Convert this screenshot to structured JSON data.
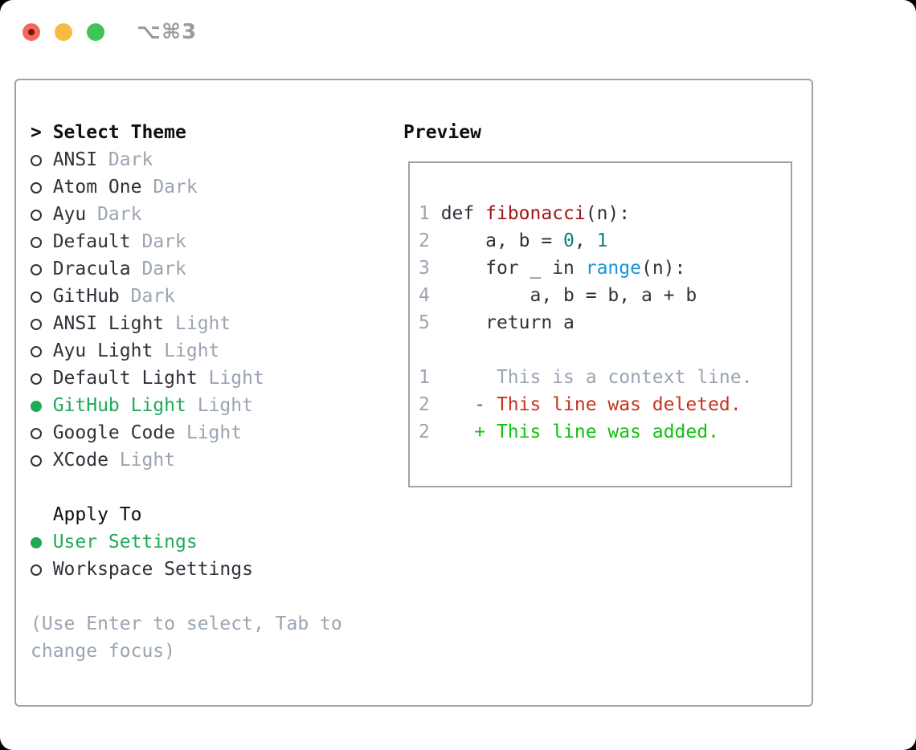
{
  "window": {
    "title_shortcut": "⌥⌘3"
  },
  "colors": {
    "window_bg": "#ffffff",
    "outside_bg": "#000000",
    "border_gray": "#9aa3ae",
    "text_dark": "#2e323a",
    "text_black": "#0e0f11",
    "muted_gray": "#9aa4b1",
    "accent_green": "#1fab55",
    "syntax_func_red": "#a31515",
    "syntax_number_teal": "#0e7f80",
    "syntax_keyword_blue": "#1795d4",
    "diff_deleted_red": "#c5331d",
    "diff_added_green": "#13c113",
    "traffic_red": "#f16a5d",
    "traffic_red_dot": "#7c1207",
    "traffic_yellow": "#f6bc41",
    "traffic_green": "#3ec553",
    "title_gray": "#9b9b9b"
  },
  "theme_picker": {
    "header_marker": ">",
    "header": "Select Theme",
    "items": [
      {
        "name": "ANSI",
        "variant": "Dark",
        "selected": false
      },
      {
        "name": "Atom One",
        "variant": "Dark",
        "selected": false
      },
      {
        "name": "Ayu",
        "variant": "Dark",
        "selected": false
      },
      {
        "name": "Default",
        "variant": "Dark",
        "selected": false
      },
      {
        "name": "Dracula",
        "variant": "Dark",
        "selected": false
      },
      {
        "name": "GitHub",
        "variant": "Dark",
        "selected": false
      },
      {
        "name": "ANSI Light",
        "variant": "Light",
        "selected": false
      },
      {
        "name": "Ayu Light",
        "variant": "Light",
        "selected": false
      },
      {
        "name": "Default Light",
        "variant": "Light",
        "selected": false
      },
      {
        "name": "GitHub Light",
        "variant": "Light",
        "selected": true
      },
      {
        "name": "Google Code",
        "variant": "Light",
        "selected": false
      },
      {
        "name": "XCode",
        "variant": "Light",
        "selected": false
      }
    ],
    "apply_to_header": "Apply To",
    "apply_to_options": [
      {
        "name": "User Settings",
        "selected": true
      },
      {
        "name": "Workspace Settings",
        "selected": false
      }
    ],
    "hint_lines": [
      "(Use Enter to select, Tab to",
      "change focus)"
    ]
  },
  "preview": {
    "header": "Preview",
    "code_lines": [
      {
        "num": "1",
        "segments": [
          {
            "t": " def ",
            "c": "code"
          },
          {
            "t": "fibonacci",
            "c": "func"
          },
          {
            "t": "(n):",
            "c": "code"
          }
        ]
      },
      {
        "num": "2",
        "segments": [
          {
            "t": "     a, b = ",
            "c": "code"
          },
          {
            "t": "0",
            "c": "num"
          },
          {
            "t": ", ",
            "c": "code"
          },
          {
            "t": "1",
            "c": "num"
          }
        ]
      },
      {
        "num": "3",
        "segments": [
          {
            "t": "     for _ in ",
            "c": "code"
          },
          {
            "t": "range",
            "c": "kw"
          },
          {
            "t": "(n):",
            "c": "code"
          }
        ]
      },
      {
        "num": "4",
        "segments": [
          {
            "t": "         a, b = b, a + b",
            "c": "code"
          }
        ]
      },
      {
        "num": "5",
        "segments": [
          {
            "t": "     return a",
            "c": "code"
          }
        ]
      },
      {
        "num": "",
        "segments": []
      },
      {
        "num": "1",
        "segments": [
          {
            "t": "      This is a context line.",
            "c": "context"
          }
        ]
      },
      {
        "num": "2",
        "segments": [
          {
            "t": "    - This line was deleted.",
            "c": "deleted"
          }
        ]
      },
      {
        "num": "2",
        "segments": [
          {
            "t": "    + This line was added.",
            "c": "added"
          }
        ]
      }
    ]
  }
}
